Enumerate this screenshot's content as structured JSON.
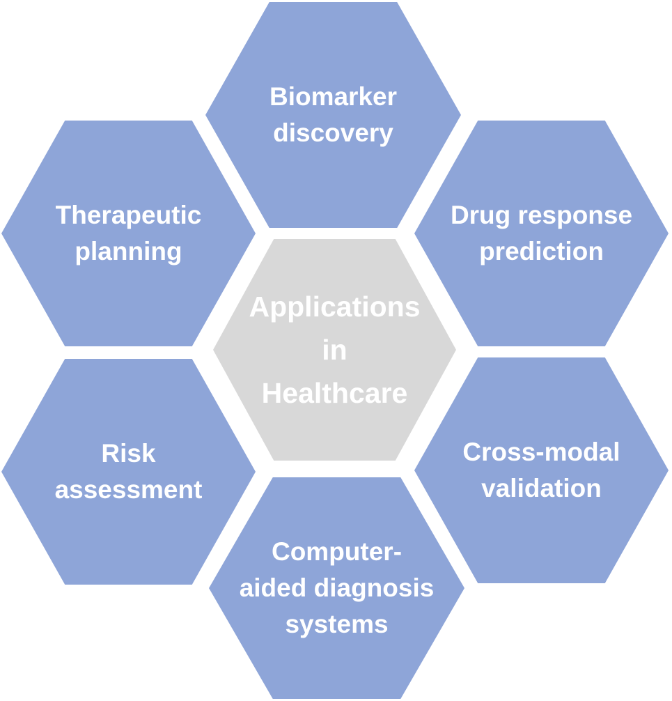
{
  "diagram": {
    "center_hexagon": {
      "label": "Applications\nin\nHealthcare"
    },
    "hexagons": [
      {
        "name": "biomarker-discovery",
        "label": "Biomarker\ndiscovery"
      },
      {
        "name": "drug-response-prediction",
        "label": "Drug response\nprediction"
      },
      {
        "name": "cross-modal-validation",
        "label": "Cross-modal\nvalidation"
      },
      {
        "name": "computer-aided-diagnosis-systems",
        "label": "Computer-\naided diagnosis\nsystems"
      },
      {
        "name": "risk-assessment",
        "label": "Risk\nassessment"
      },
      {
        "name": "therapeutic-planning",
        "label": "Therapeutic\nplanning"
      }
    ]
  },
  "colors": {
    "hex_blue": "#8EA5D8",
    "hex_gray": "#D8D8D8",
    "label_text": "#FFFFFF",
    "background": "#FFFFFF"
  }
}
